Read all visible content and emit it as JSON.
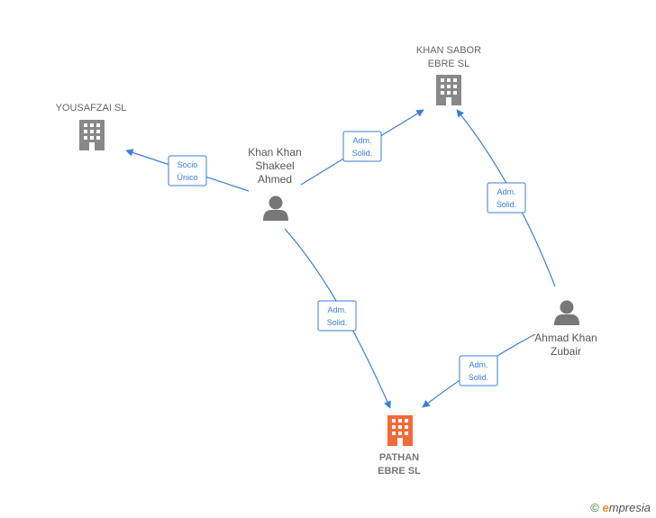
{
  "nodes": {
    "khan_sabor": {
      "label_lines": [
        "KHAN SABOR",
        "EBRE  SL"
      ],
      "kind": "company",
      "color": "#888888"
    },
    "yousafzai": {
      "label_lines": [
        "YOUSAFZAI  SL"
      ],
      "kind": "company",
      "color": "#888888"
    },
    "khan_shakeel": {
      "label_lines": [
        "Khan Khan",
        "Shakeel",
        "Ahmed"
      ],
      "kind": "person",
      "color": "#777777"
    },
    "ahmad_zubair": {
      "label_lines": [
        "Ahmad Khan",
        "Zubair"
      ],
      "kind": "person",
      "color": "#777777"
    },
    "pathan": {
      "label_lines": [
        "PATHAN",
        "EBRE  SL"
      ],
      "kind": "company",
      "color": "#f26a3a"
    }
  },
  "edges": [
    {
      "id": "shakeel-yousafzai",
      "label_lines": [
        "Socio",
        "Único"
      ]
    },
    {
      "id": "shakeel-khansabor",
      "label_lines": [
        "Adm.",
        "Solid."
      ]
    },
    {
      "id": "zubair-khansabor",
      "label_lines": [
        "Adm.",
        "Solid."
      ]
    },
    {
      "id": "shakeel-pathan",
      "label_lines": [
        "Adm.",
        "Solid."
      ]
    },
    {
      "id": "zubair-pathan",
      "label_lines": [
        "Adm.",
        "Solid."
      ]
    }
  ],
  "footer": {
    "copyright": "©",
    "brand_initial": "e",
    "brand_rest": "mpresia"
  },
  "colors": {
    "edge": "#3a7fd5",
    "company": "#888888",
    "focus_company": "#f26a3a",
    "person": "#777777"
  }
}
